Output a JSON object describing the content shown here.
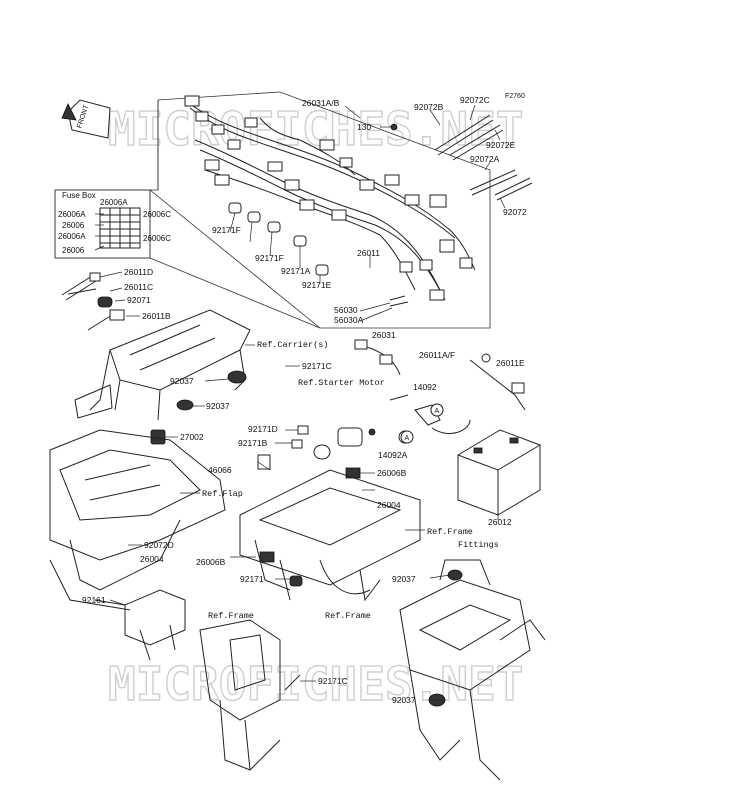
{
  "diagram_code": "F2760",
  "watermark": "MICROFICHES.NET",
  "front_arrow": "FRONT",
  "fuse_box": {
    "title": "Fuse Box",
    "labels": [
      "26006A",
      "26006A",
      "26006",
      "26006A",
      "26006",
      "26006C",
      "26006C"
    ]
  },
  "parts": {
    "p26031AB": "26031A/B",
    "p92072B": "92072B",
    "p92072C": "92072C",
    "p130": "130",
    "p92072E": "92072E",
    "p92072A": "92072A",
    "p92072": "92072",
    "p92171F_1": "92171F",
    "p92171F_2": "92171F",
    "p92171A": "92171A",
    "p92171E": "92171E",
    "p26011": "26011",
    "p56030": "56030",
    "p56030A": "56030A",
    "p26011D": "26011D",
    "p26011C": "26011C",
    "p92071": "92071",
    "p26011B": "26011B",
    "p26031": "26031",
    "p26011AF": "26011A/F",
    "p26011E": "26011E",
    "p92171C_1": "92171C",
    "p92037_1": "92037",
    "p14092": "14092",
    "p92037_2": "92037",
    "p92171D": "92171D",
    "p27002": "27002",
    "p92171B": "92171B",
    "p14092A": "14092A",
    "p46066": "46066",
    "p26006B_1": "26006B",
    "p26004_1": "26004",
    "p26012": "26012",
    "p92072D": "92072D",
    "p26004_2": "26004",
    "p26006B_2": "26006B",
    "p92171": "92171",
    "p92037_3": "92037",
    "p92161": "92161",
    "p92171C_2": "92171C",
    "p92037_4": "92037"
  },
  "refs": {
    "carrier": "Ref.Carrier(s)",
    "starter": "Ref.Starter Motor",
    "flap": "Ref.Flap",
    "frame_fittings_1": "Ref.Frame",
    "frame_fittings_2": "Fittings",
    "frame_1": "Ref.Frame",
    "frame_2": "Ref.Frame"
  },
  "callouts": [
    "A",
    "A"
  ]
}
